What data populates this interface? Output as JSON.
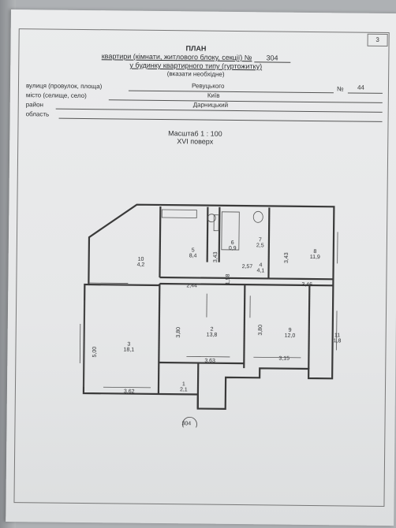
{
  "page_number": "3",
  "header": {
    "title": "ПЛАН",
    "line1_prefix": "квартири (кімнати, житлового блоку, секції) №",
    "apartment_number": "304",
    "line2": "у будинку квартирного типу (гуртожитку)",
    "note": "(вказати необхідне)"
  },
  "address": {
    "street_label": "вулиця (провулок, площа)",
    "street_value": "Ревуцького",
    "number_label": "№",
    "number_value": "44",
    "city_label": "місто (селище, село)",
    "city_value": "Київ",
    "district_label": "район",
    "district_value": "Дарницький",
    "region_label": "область",
    "region_value": ""
  },
  "scale": "Масштаб 1 : 100",
  "floor": "XVI поверх",
  "rooms": [
    {
      "num": "1",
      "area": "2,1"
    },
    {
      "num": "2",
      "area": "13,8"
    },
    {
      "num": "3",
      "area": "18,1"
    },
    {
      "num": "4",
      "area": "4,1"
    },
    {
      "num": "5",
      "area": "8,4"
    },
    {
      "num": "6",
      "area": "0,9"
    },
    {
      "num": "7",
      "area": "2,5"
    },
    {
      "num": "8",
      "area": "11,9"
    },
    {
      "num": "9",
      "area": "12,0"
    },
    {
      "num": "10",
      "area": "4,2"
    },
    {
      "num": "11",
      "area": "1,8"
    }
  ],
  "dimensions": {
    "d_343_a": "3,43",
    "d_343_b": "3,43",
    "d_158": "1,58",
    "d_257": "2,57",
    "d_244": "2,44",
    "d_346": "3,46",
    "d_380_a": "3,80",
    "d_380_b": "3,80",
    "d_500": "5,00",
    "d_363": "3,63",
    "d_315": "3,15",
    "d_362": "3,62"
  },
  "apartment_label": "304"
}
